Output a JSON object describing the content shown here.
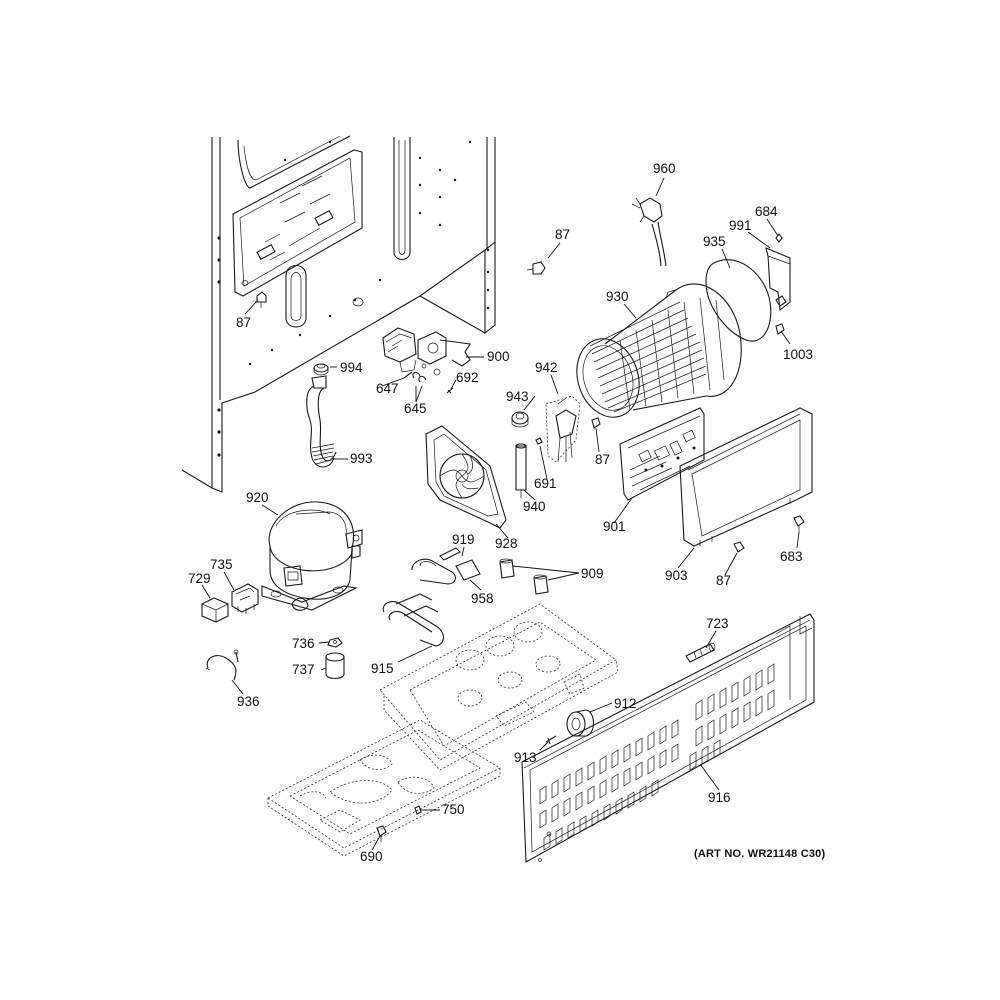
{
  "callouts": {
    "c960": "960",
    "c87a": "87",
    "c684": "684",
    "c991": "991",
    "c935": "935",
    "c930": "930",
    "c87b": "87",
    "c1003": "1003",
    "c900": "900",
    "c994": "994",
    "c647": "647",
    "c692": "692",
    "c645": "645",
    "c942": "942",
    "c943": "943",
    "c87c": "87",
    "c993": "993",
    "c691": "691",
    "c940": "940",
    "c901": "901",
    "c920": "920",
    "c928": "928",
    "c919": "919",
    "c683": "683",
    "c735": "735",
    "c729": "729",
    "c909": "909",
    "c958": "958",
    "c903": "903",
    "c87d": "87",
    "c723": "723",
    "c736": "736",
    "c737": "737",
    "c915": "915",
    "c912": "912",
    "c936": "936",
    "c913": "913",
    "c916": "916",
    "c750": "750",
    "c690": "690"
  },
  "art_number": "(ART NO. WR21148 C30)"
}
